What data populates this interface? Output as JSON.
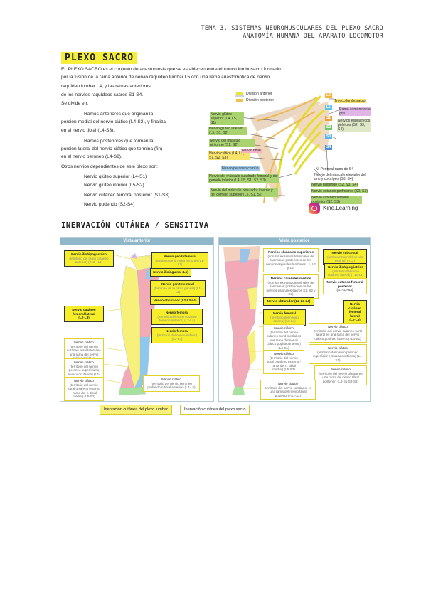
{
  "header": {
    "line1": "TEMA 3. SISTEMAS NEUROMUSCULARES DEL PLEXO SACRO",
    "line2": "ANATOMÍA HUMANA DEL APARATO LOCOMOTOR"
  },
  "title": "PLEXO SACRO",
  "notes": {
    "lines": [
      "EL PLEXO SACRO es el conjunto de anastomosis que se establecen entre el tronco lumbosacro formado",
      "por la fusión de la rama anterior de nervio raquídeo lumbar L5 con una rama anastomótica de nervio",
      "raquídeo lumbar L4, y las ramas anteriores",
      "de los nervios raquídeos sacros S1-S4.",
      "Se divide en:",
      "Ramos anteriores que originan la",
      "porción medial del nervio ciático (L4-S3), y finaliza",
      "en el nervio tibial (L4-S3).",
      "Ramos posteriores que forman la",
      "porción lateral del nervio ciático que termina (fin)",
      "en el nervio peroneo (L4-S2).",
      "Otros nervios dependientes de este plexo son:",
      "Nervio glúteo superior (L4-S1)",
      "Nervio glúteo inferior (L5-S2)",
      "Nervio cutáneo femoral posterior (S1-S3)",
      "Nervio pudendo (S2-S4)"
    ]
  },
  "section2": "INERVACIÓN CUTÁNEA / SENSITIVA",
  "plexus": {
    "legend_anterior": "División anterior",
    "legend_posterior": "División posterior",
    "roots": [
      "L4",
      "L5",
      "S1",
      "S2",
      "S3",
      "S4"
    ],
    "labels": {
      "tronco": "Tronco lumbosacro",
      "ramo_com": "Ramo comunicante gris",
      "gluteo_sup": "Nervio glúteo superior (L4, L5, S1)",
      "gluteo_inf": "Nervio glúteo inferior (L5, S1, S2)",
      "piriforme": "Nervio del músculo piriforme (S1, S2)",
      "ciatico": "Nervio ciático (L4, L5, S1, S2, S3)",
      "tibial": "Nervio tibial",
      "peroneo": "Nervio peroneo común",
      "cuadrado": "Nervio del músculo cuadrado femoral y del gemelo inferior (L4, L5, S1, S2, S3)",
      "obturador": "Nervio del músculo obturador interno y del gemelo superior (L5, S1, S2)",
      "esplacnicos": "Nervios esplácnicos pélvicos (S2, S3, S4)",
      "perineal": "N. Perineal ramo de S4",
      "elevador": "Nervio del músculo elevador del ano y coccígeo (S3, S4)",
      "pudendo": "Nervio pudendo (S2, S3, S4)",
      "perforante": "Nervio cutáneo perforante (S2, S3)",
      "femoral_post": "Nervio cutáneo femoral posterior (S2, S3)"
    },
    "brand": "Kine.Learning"
  },
  "anterior": {
    "title": "Vista anterior",
    "labels": [
      {
        "name": "Nervio iliohipogástrico",
        "desc": "(territorio del ramo cutáneo anterior) (T12 - L1)"
      },
      {
        "name": "Nervio genitofemoral",
        "desc": "(territorio de la rama femoral) (L1-L2)"
      },
      {
        "name": "Nervio ilioinguinal",
        "desc": "(L1)"
      },
      {
        "name": "Nervio genitofemoral",
        "desc": "(territorio de la rama genital) (L1-L2)"
      },
      {
        "name": "Nervio obturador",
        "desc": "(L2-L3-L4)"
      },
      {
        "name": "Nervio cutáneo femoral lateral",
        "desc": "(L2-L3)"
      },
      {
        "name": "Nervio femoral",
        "desc": "(territorio del ramo cutáneo femoral anterior) (L2-L4)"
      },
      {
        "name": "Nervio femoral",
        "desc": "(territorio del nervio safeno) (L3-L4)"
      },
      {
        "name": "Nervio ciático",
        "desc": "(territorio del nervio cutáneo sural lateral es una rama del nervio ciático poplíteo externo) (L4-S1)"
      },
      {
        "name": "Nervio ciático",
        "desc": "(territorio del nervio peroneo superficial o musculocutáneo) (L4-S1)"
      },
      {
        "name": "Nervio ciático",
        "desc": "(territorio del nervio sural o safeno externo - rama del n. tibial medial) (L5-S2)"
      },
      {
        "name": "Nervio ciático",
        "desc": "(territorio del nervio peroneo profundo o tibial anterior) (L4-L5)"
      }
    ]
  },
  "posterior": {
    "title": "Vista posterior",
    "labels": [
      {
        "name": "Nervios clunéales superiores",
        "desc": "(son los extremos terminales de las ramas posteriores de los nervios espinales lumbares L1, L2 y L3)"
      },
      {
        "name": "Nervio subcostal",
        "desc": "(ramo anterior del nervio espinal) (T12)"
      },
      {
        "name": "Nervio iliohipogástrico",
        "desc": "(territorio del ramo cutáneo lateral) (T12-L1)"
      },
      {
        "name": "Nervios clunéales medios",
        "desc": "(son los extremos terminales de las ramas posteriores de los nervios espinales sacros S1, S2 y S3)"
      },
      {
        "name": "Nervio cutáneo femoral posterior",
        "desc": "(S1-S2-S3)"
      },
      {
        "name": "Nervio obturador",
        "desc": "(L2-L3-L4)"
      },
      {
        "name": "Nervio cutáneo femoral lateral",
        "desc": "(L2-L3)"
      },
      {
        "name": "Nervio femoral",
        "desc": "(territorio del nervio safeno) (L3-L4)"
      },
      {
        "name": "Nervio ciático",
        "desc": "(territorio del nervio cutáneo sural medial es una rama del nervio ciático poplíteo interno) (L4-S1)"
      },
      {
        "name": "Nervio ciático",
        "desc": "(territorio del nervio cutáneo sural lateral es una rama del nervio ciático poplíteo externo) (L4-S1)"
      },
      {
        "name": "Nervio ciático",
        "desc": "(territorio del nervio peroneo superficial o musculocutáneo) (L4-S1)"
      },
      {
        "name": "Nervio ciático",
        "desc": "(territorio del nervio sural o safeno externo - rama del n. tibial medial) (L5-S2)"
      },
      {
        "name": "Nervio ciático",
        "desc": "(territorio del nervio plantar es una rama del nervio tibial posterior) (L4-S1-S2-S3)"
      },
      {
        "name": "Nervio ciático",
        "desc": "(territorio del nervio calcáneo, es una rama del nervio tibial posterior) (S1-S2)"
      }
    ]
  },
  "legend": {
    "lumbar": "Inervación cutánea del plexo lumbar",
    "sacro": "Inervación cutánea del plexo sacro"
  },
  "colors": {
    "highlight": "#f5ef3b",
    "anterior_div": "#e8e43a",
    "posterior_div": "#f2c14e",
    "panel_header": "#8fb7c9",
    "lumbar_yellow": "#f7f07a",
    "sacro_pink": "#f2a9b8",
    "sky_blue": "#8ec8ec"
  }
}
